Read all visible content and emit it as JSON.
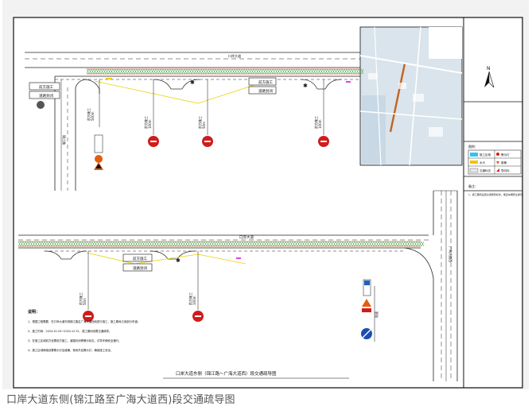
{
  "caption": "口岸大道东侧(锦江路至广海大道西)段交通疏导图",
  "drawing": {
    "title": "口岸大道东侧（锦江路～广海大道西）段交通疏导图",
    "road_label_upper": "口岸大道",
    "road_label_lower": "口岸大道",
    "road_label_right": "广海大道西",
    "side_road_labels": [
      "锦江路"
    ],
    "construction_sign": "前方施工",
    "closure_sign": "道路封闭",
    "speed_sign_text": "限速",
    "distance_labels": [
      "前方施工",
      "前方施工",
      "前方施工",
      "前方施工",
      "前方施工",
      "前方施工"
    ],
    "distance_values": [
      "500m",
      "100m",
      "50m",
      "100m",
      "50m",
      "100m"
    ],
    "legend": {
      "title": "图例：",
      "items": [
        "施工区域",
        "警示灯",
        "水马",
        "锥桶",
        "交通标志",
        "导向标"
      ]
    },
    "remarks_title": "备注：",
    "remarks_text": "1、施工期间设置交通疏导标志，保证车辆安全通行。",
    "notes_title": "说明：",
    "notes": [
      "1、根据工程需要，在口岸大道东侧锦江路至广海大道西段进行施工，施工期间占用部分车道。",
      "2、施工时间：2024.10.20～2024.12.31，施工期间设置交通疏导。",
      "3、在施工区域前方设置前方施工、道路封闭等警示标志，引导车辆安全通行。",
      "4、施工区域两端设置警示灯及锥桶，夜间开启警示灯，确保施工安全。"
    ],
    "north_label": "N"
  },
  "colors": {
    "road_line": "#222222",
    "barrier": "#2aa02a",
    "warning": "#d01c1c",
    "frame": "#111111",
    "map_bg": "#d9e4ec",
    "work_zone": "#35c2f0"
  }
}
